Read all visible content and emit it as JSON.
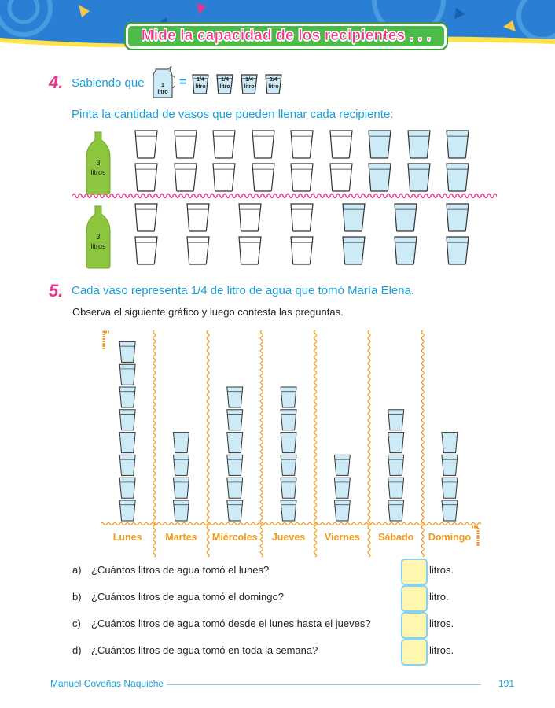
{
  "header": {
    "title": "Mide la capacidad de los recipientes . . ."
  },
  "exercise4": {
    "number": "4.",
    "prefix": "Sabiendo que",
    "jar_label": [
      "1",
      "litro"
    ],
    "equals": "=",
    "glass_labels": [
      "1/4",
      "litro"
    ],
    "instruction": "Pinta la cantidad de vasos que pueden llenar cada recipiente:",
    "bottle_label": [
      "3",
      "litros"
    ],
    "row1_glasses": {
      "total": 9,
      "painted": 3
    },
    "row2_glasses": {
      "total": 7,
      "painted": 3
    }
  },
  "exercise5": {
    "number": "5.",
    "statement": "Cada vaso representa 1/4 de litro de agua que tomó María Elena.",
    "instruction": "Observa el siguiente gráfico y luego contesta las preguntas."
  },
  "chart_data": {
    "type": "pictograph",
    "unit": "vaso = 1/4 de litro",
    "categories": [
      "Lunes",
      "Martes",
      "Miércoles",
      "Jueves",
      "Viernes",
      "Sábado",
      "Domingo"
    ],
    "values": [
      8,
      4,
      6,
      6,
      3,
      5,
      4
    ]
  },
  "questions": [
    {
      "letter": "a)",
      "text": "¿Cuántos litros de agua tomó el lunes?",
      "unit": "litros."
    },
    {
      "letter": "b)",
      "text": "¿Cuántos litros de agua tomó el domingo?",
      "unit": "litro."
    },
    {
      "letter": "c)",
      "text": "¿Cuántos litros de agua tomó desde el lunes hasta el jueves?",
      "unit": "litros."
    },
    {
      "letter": "d)",
      "text": "¿Cuántos litros de agua tomó en toda la semana?",
      "unit": "litros."
    }
  ],
  "footer": {
    "author": "Manuel Coveñas Naquiche",
    "page": "191"
  },
  "colors": {
    "title_bg": "#4dbb4a",
    "title_text": "#ff2a8a",
    "header_bg": "#2a7fd4",
    "accent_blue": "#1aa0d8",
    "accent_pink": "#e6358b",
    "day_orange": "#f39a1a",
    "answer_box": "#fff6b0",
    "glass_fill": "#cdeaf7",
    "bottle": "#8cc63f"
  }
}
